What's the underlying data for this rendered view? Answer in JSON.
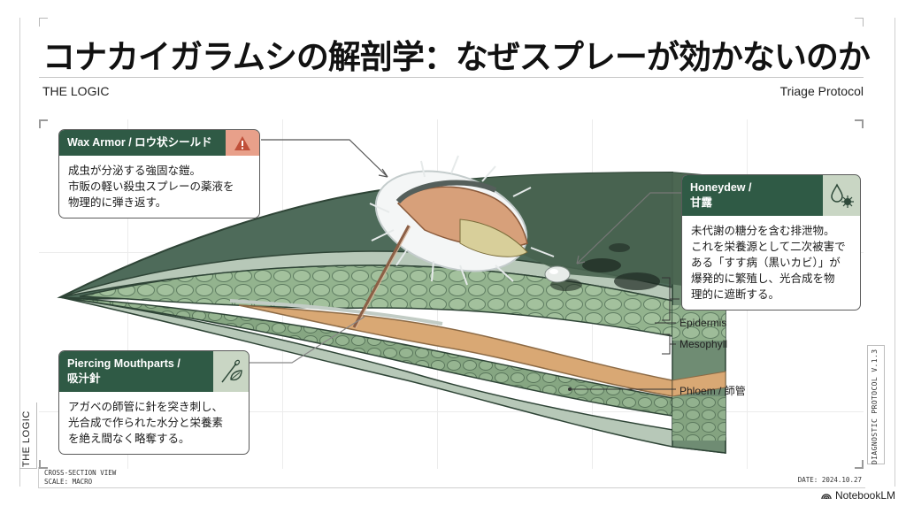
{
  "header": {
    "title": "コナカイガラムシの解剖学：なぜスプレーが効かないのか",
    "subtitle_left": "THE LOGIC",
    "subtitle_right": "Triage Protocol"
  },
  "callouts": {
    "wax_armor": {
      "title": "Wax Armor / ロウ状シールド",
      "icon": "warning-triangle-icon",
      "icon_bg": "#e8a08a",
      "lines": [
        "成虫が分泌する強固な鎧。",
        "市販の軽い殺虫スプレーの薬液を",
        "物理的に弾き返す。"
      ]
    },
    "honeydew": {
      "title_line1": "Honeydew /",
      "title_line2": "甘露",
      "icon": "droplet-mold-icon",
      "icon_bg": "#c9d6c4",
      "lines": [
        "未代謝の糖分を含む排泄物。",
        "これを栄養源として二次被害で",
        "ある「すす病（黒いカビ）」が",
        "爆発的に繁殖し、光合成を物",
        "理的に遮断する。"
      ]
    },
    "mouthparts": {
      "title_line1": "Piercing Mouthparts /",
      "title_line2": "吸汁針",
      "icon": "needle-leaf-icon",
      "icon_bg": "#c9d6c4",
      "lines": [
        "アガベの師管に針を突き刺し、",
        "光合成で作られた水分と栄養素",
        "を絶え間なく略奪する。"
      ]
    }
  },
  "layers": {
    "epidermis": "Epidermis",
    "mesophyll": "Mesophyll",
    "phloem": "Phloem / 師管"
  },
  "side": {
    "left_tab": "THE LOGIC",
    "right_tab": "DIAGNOSTIC PROTOCOL V.1.3"
  },
  "footer": {
    "view_line1": "CROSS-SECTION VIEW",
    "view_line2": "SCALE: MACRO",
    "date": "DATE: 2024.10.27",
    "brand": "NotebookLM"
  },
  "colors": {
    "accent_green": "#2f5a45",
    "leaf_dark": "#4e6b5a",
    "leaf_cells": "#93b38e",
    "phloem": "#d9a874",
    "warning": "#e8a08a"
  }
}
